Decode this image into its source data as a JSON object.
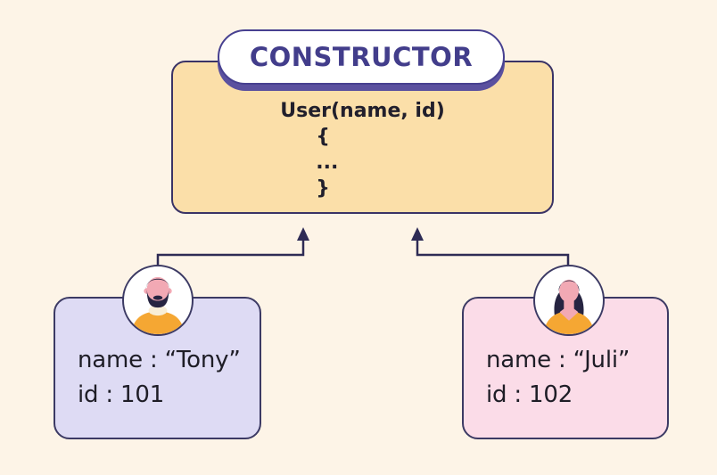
{
  "palette": {
    "background": "#fdf4e7",
    "constructor_fill": "#fbdfa9",
    "constructor_border": "#3a3366",
    "badge_fill": "#ffffff",
    "badge_border": "#474090",
    "badge_shadow": "#5b519f",
    "badge_text": "#423d8b",
    "code_text": "#211f2c",
    "instance_border": "#3c3a64",
    "tony_fill": "#dedbf4",
    "juli_fill": "#fbdce8",
    "instance_text": "#1e1d26",
    "connector": "#2e2b55",
    "avatar_bg": "#ffffff",
    "avatar_hair": "#262441",
    "avatar_skin": "#f2a9b4",
    "avatar_shirt": "#f5a733",
    "avatar_collar": "#f8eed7"
  },
  "constructor": {
    "badge_label": "CONSTRUCTOR",
    "code_lines": [
      "User(name, id)",
      "{",
      "...",
      "}"
    ]
  },
  "instances": [
    {
      "name_line": "name : “Tony”",
      "id_line": "id : 101",
      "avatar": "man-avatar"
    },
    {
      "name_line": "name : “Juli”",
      "id_line": "id : 102",
      "avatar": "woman-avatar"
    }
  ]
}
